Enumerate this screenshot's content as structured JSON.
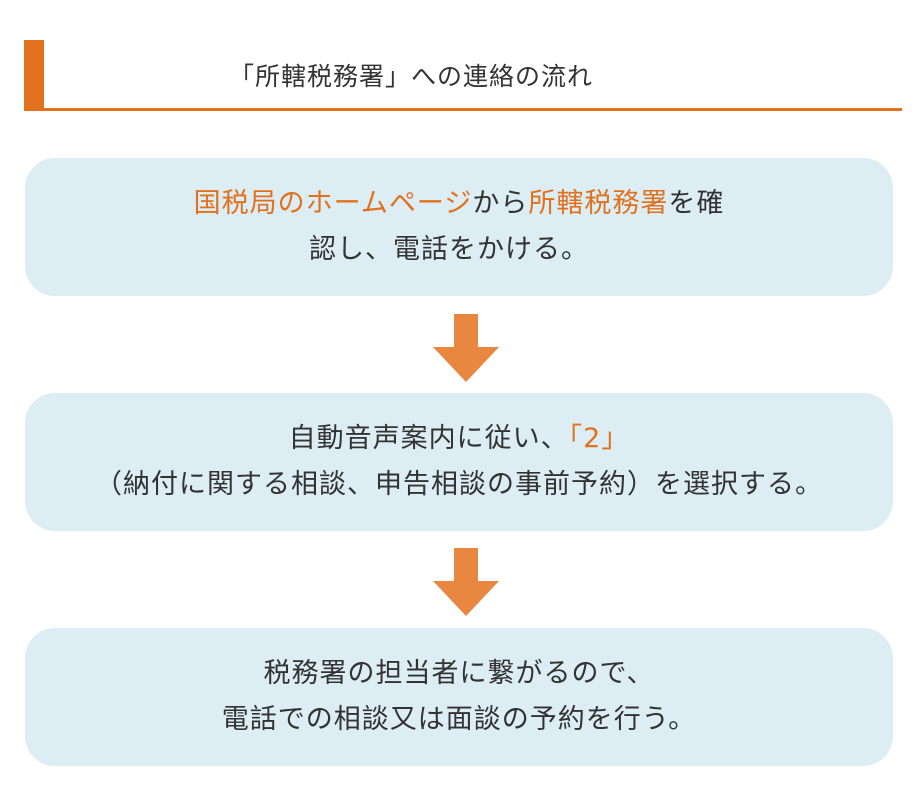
{
  "colors": {
    "accent": "#e2711d",
    "highlight": "#e2711d",
    "box_bg": "#dcedf4",
    "arrow": "#e9863f",
    "text": "#333333"
  },
  "header": {
    "title": "「所轄税務署」への連絡の流れ"
  },
  "steps": [
    {
      "line1": {
        "hl1": "国税局のホームページ",
        "t1": "から",
        "hl2": "所轄税務署",
        "t2": "を確"
      },
      "line2": "認し、電話をかける。"
    },
    {
      "line1": {
        "t1": "自動音声案内に従い、",
        "hl1": "「2」"
      },
      "line2": "（納付に関する相談、申告相談の事前予約）を選択する。"
    },
    {
      "line1": "税務署の担当者に繋がるので、",
      "line2": "電話での相談又は面談の予約を行う。"
    }
  ],
  "icons": {
    "arrow": "arrow-down-icon"
  }
}
